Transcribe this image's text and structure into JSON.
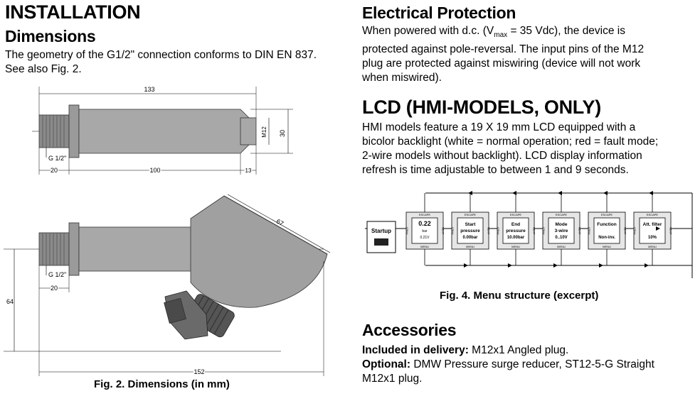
{
  "left": {
    "title": "INSTALLATION",
    "subtitle": "Dimensions",
    "intro": "The geometry of the G1/2\" connection conforms to DIN EN 837. See also Fig. 2.",
    "fig1": {
      "dim_total": "133",
      "dim_thread_len": "20",
      "dim_body": "100",
      "dim_plug": "13",
      "dim_dia": "30",
      "label_m12": "M12",
      "label_thread": "G 1/2\""
    },
    "fig2": {
      "dim_head": "67",
      "dim_height": "64",
      "dim_thread_len": "20",
      "dim_total": "152",
      "label_thread": "G 1/2\""
    },
    "caption": "Fig. 2. Dimensions (in mm)"
  },
  "right": {
    "elec_title": "Electrical Protection",
    "elec_line1_a": "When powered with d.c. (V",
    "elec_line1_sub": "max",
    "elec_line1_b": " = 35 Vdc), the device is",
    "elec_line2": "protected against pole-reversal. The input pins of the M12",
    "elec_line3": "plug are protected against miswiring (device will not work",
    "elec_line4": "when miswired).",
    "lcd_title": "LCD (HMI-MODELS, ONLY)",
    "lcd_line1": "HMI models feature a 19 X 19 mm LCD equipped with a",
    "lcd_line2": "bicolor backlight (white = normal operation; red = fault mode;",
    "lcd_line3": "2-wire models without backlight). LCD display information",
    "lcd_line4": "refresh is time adjustable to between 1 and 9 seconds.",
    "menu": {
      "startup": "Startup",
      "escape": "ESCAPE",
      "menu": "MENU",
      "prev": "PREV",
      "next": "NEXT",
      "boxes": [
        {
          "line1": "0.22",
          "line2": "bar",
          "line3": "0.21V"
        },
        {
          "line1": "Start",
          "line2": "pressure",
          "line3": "0.00bar"
        },
        {
          "line1": "End",
          "line2": "pressure",
          "line3": "10.00bar"
        },
        {
          "line1": "Mode",
          "line2": "3-wire",
          "line3": "0..10V"
        },
        {
          "line1": "Function",
          "line2": "",
          "line3": "Non-inv."
        },
        {
          "line1": "Att. filter",
          "line2": "",
          "line3": "10%"
        }
      ]
    },
    "fig4_caption": "Fig. 4. Menu structure (excerpt)",
    "acc_title": "Accessories",
    "acc_inc_label": "Included in delivery:",
    "acc_inc_value": " M12x1 Angled plug.",
    "acc_opt_label": "Optional:",
    "acc_opt_value": " DMW Pressure surge reducer, ST12-5-G Straight",
    "acc_opt_line2": "M12x1 plug."
  }
}
